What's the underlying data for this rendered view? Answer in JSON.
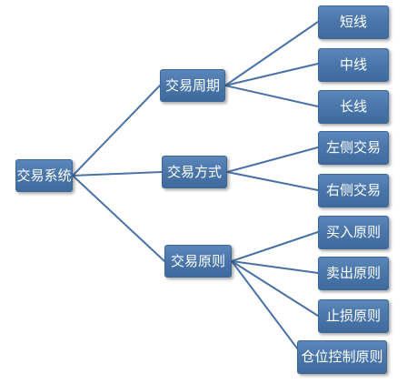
{
  "colors": {
    "node_fill": "#4b77aa",
    "node_border": "#3d6797",
    "connector": "#4a72a6",
    "text": "#ffffff",
    "background": "#ffffff"
  },
  "root": {
    "label": "交易系统"
  },
  "branches": [
    {
      "label": "交易周期",
      "children": [
        {
          "label": "短线"
        },
        {
          "label": "中线"
        },
        {
          "label": "长线"
        }
      ]
    },
    {
      "label": "交易方式",
      "children": [
        {
          "label": "左侧交易"
        },
        {
          "label": "右侧交易"
        }
      ]
    },
    {
      "label": "交易原则",
      "children": [
        {
          "label": "买入原则"
        },
        {
          "label": "卖出原则"
        },
        {
          "label": "止损原则"
        },
        {
          "label": "仓位控制原则"
        }
      ]
    }
  ]
}
